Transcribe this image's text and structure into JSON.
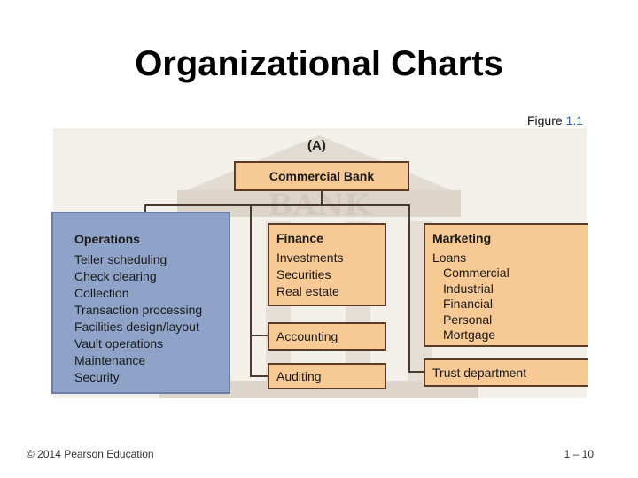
{
  "slide": {
    "title": "Organizational Charts",
    "figure_prefix": "Figure",
    "figure_number": "1.1",
    "footer_left": "© 2014 Pearson Education",
    "footer_right": "1 – 10"
  },
  "chart": {
    "panel_label": "(A)",
    "background_text": "BANK",
    "root": "Commercial Bank",
    "operations": {
      "heading": "Operations",
      "items": [
        "Teller scheduling",
        "Check clearing",
        "Collection",
        "Transaction processing",
        "Facilities design/layout",
        "Vault operations",
        "Maintenance",
        "Security"
      ]
    },
    "finance": {
      "heading": "Finance",
      "items": [
        "Investments",
        "Securities",
        "Real estate"
      ],
      "accounting": "Accounting",
      "auditing": "Auditing"
    },
    "marketing": {
      "heading": "Marketing",
      "loans": "Loans",
      "loan_types": [
        "Commercial",
        "Industrial",
        "Financial",
        "Personal",
        "Mortgage"
      ],
      "trust": "Trust department"
    }
  },
  "colors": {
    "operations_highlight": "#8fa3c9",
    "box_fill": "#f7c995",
    "box_border": "#5b3a27",
    "figure_number": "#2d5fa8"
  }
}
